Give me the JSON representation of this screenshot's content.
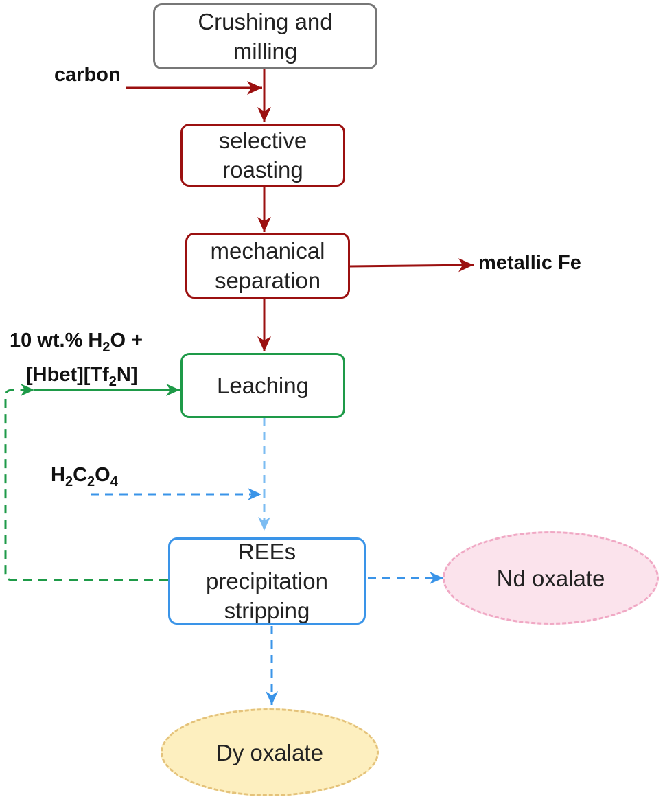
{
  "nodes": {
    "crushing": {
      "line1": "Crushing and",
      "line2": "milling"
    },
    "roasting": {
      "line1": "selective",
      "line2": "roasting"
    },
    "separation": {
      "line1": "mechanical",
      "line2": "separation"
    },
    "leaching": {
      "label": "Leaching"
    },
    "precipitation": {
      "line1": "REEs",
      "line2": "precipitation",
      "line3": "stripping"
    },
    "nd_oxalate": {
      "label": "Nd oxalate"
    },
    "dy_oxalate": {
      "label": "Dy oxalate"
    }
  },
  "inputs": {
    "carbon": "carbon",
    "metallic_fe": "metallic Fe",
    "leachant": {
      "prefix": "10 wt.% H",
      "sub1": "2",
      "suffix": "O +",
      "line2_prefix": "[Hbet][Tf",
      "sub2": "2",
      "line2_suffix": "N]"
    },
    "oxalic_acid": {
      "h": "H",
      "h_sub": "2",
      "c": "C",
      "c_sub": "2",
      "o": "O",
      "o_sub": "4"
    }
  },
  "colors": {
    "gray": "#777777",
    "dark_red": "#9b1010",
    "green": "#1e9a48",
    "blue": "#3a94e8",
    "light_blue": "#7cbcf2",
    "pink_fill": "#fbe3ec",
    "pink_border": "#f0a8c4",
    "yellow_fill": "#fdefbf",
    "yellow_border": "#e4c27a"
  }
}
